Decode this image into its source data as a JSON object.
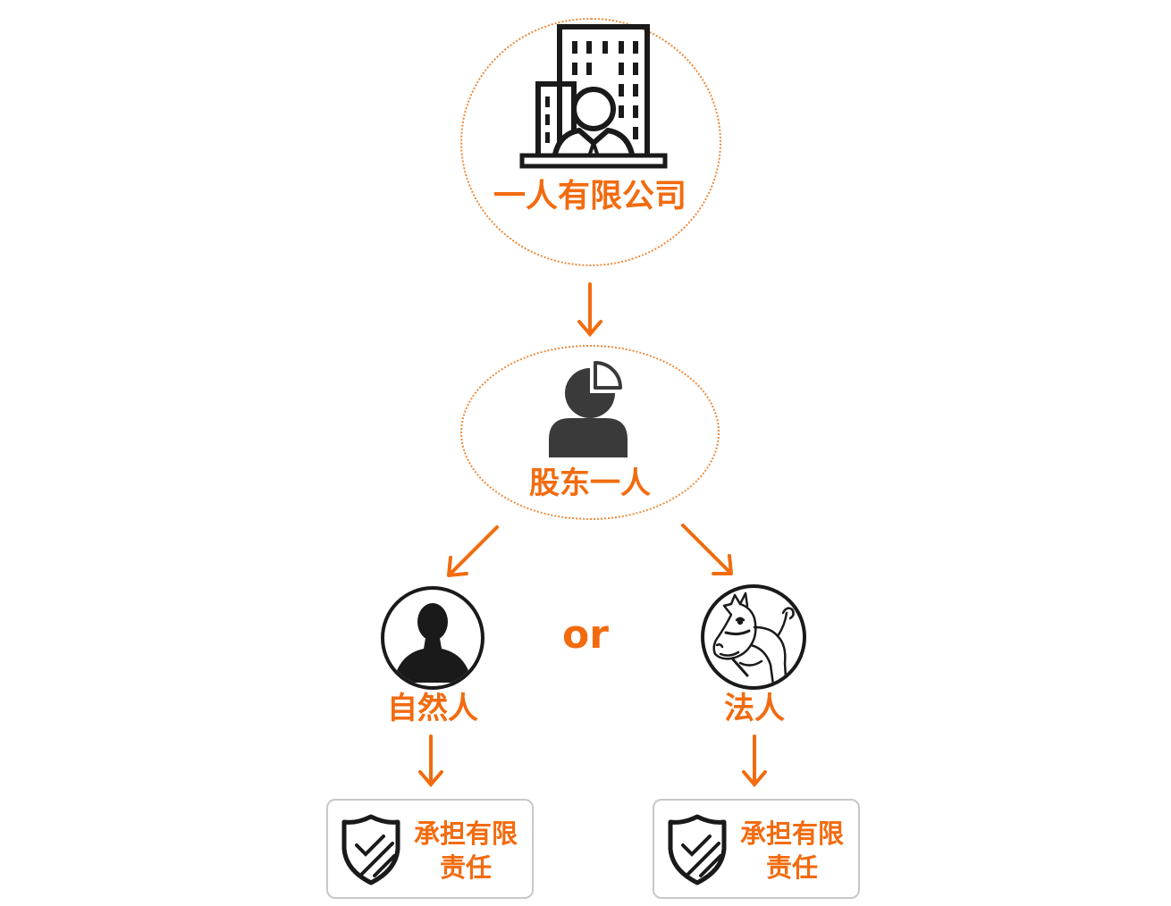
{
  "company": {
    "label": "一人有限公司",
    "icon": "building-person-icon"
  },
  "shareholder": {
    "label": "股东一人",
    "icon": "shareholder-pie-icon"
  },
  "connector": {
    "text": "or"
  },
  "natural_person": {
    "label": "自然人",
    "icon": "person-silhouette-icon"
  },
  "legal_person": {
    "label": "法人",
    "icon": "horse-mascot-icon"
  },
  "liability_left": {
    "line1": "承担有限",
    "line2": "责任",
    "icon": "shield-check-icon"
  },
  "liability_right": {
    "line1": "承担有限",
    "line2": "责任",
    "icon": "shield-check-icon"
  },
  "colors": {
    "accent": "#f26b0f",
    "ring": "#f0893a",
    "icon_dark": "#3a3a3a",
    "box_border": "#c8c8c8"
  }
}
